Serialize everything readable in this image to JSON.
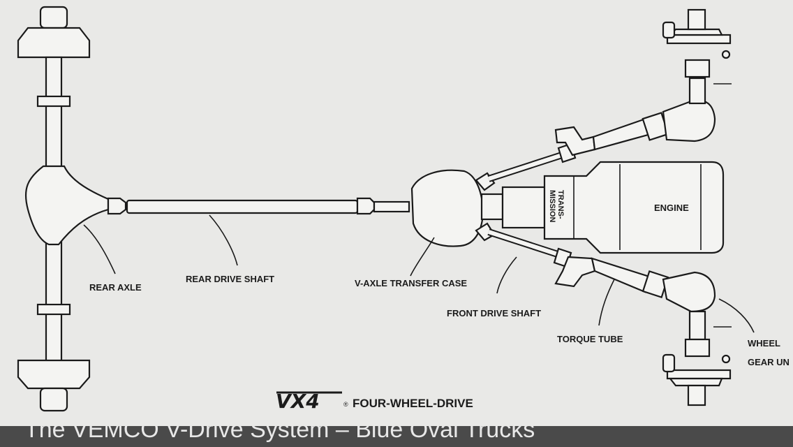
{
  "diagram": {
    "labels": {
      "rear_axle": "REAR AXLE",
      "rear_drive_shaft": "REAR DRIVE SHAFT",
      "transfer_case": "V-AXLE TRANSFER CASE",
      "front_drive_shaft": "FRONT DRIVE SHAFT",
      "torque_tube": "TORQUE TUBE",
      "wheel_gear_unit_line1": "WHEEL",
      "wheel_gear_unit_line2": "GEAR UN",
      "transmission_line1": "TRANS-",
      "transmission_line2": "MISSION",
      "engine": "ENGINE"
    },
    "title_logo": "VX4",
    "title_tm": "®",
    "title_text": "FOUR-WHEEL-DRIVE"
  },
  "caption": "The VEMCO V-Drive System – Blue Oval Trucks"
}
